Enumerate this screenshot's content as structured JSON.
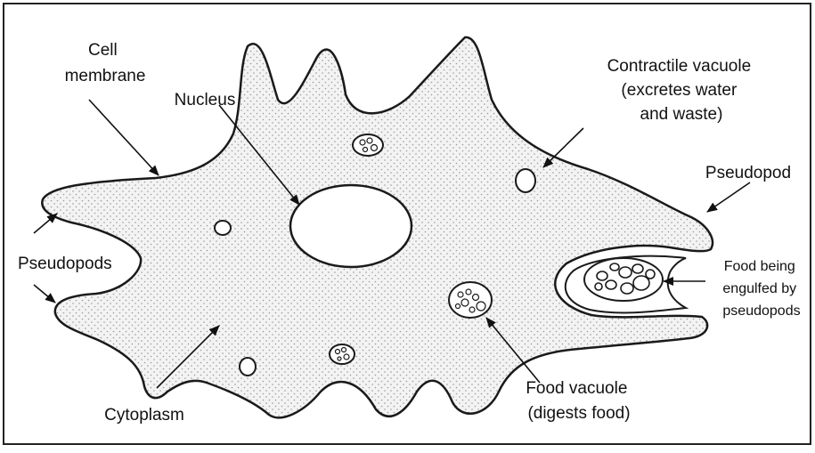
{
  "labels": {
    "cell_membrane": [
      "Cell",
      "membrane"
    ],
    "nucleus": "Nucleus",
    "contractile_vacuole": [
      "Contractile vacuole",
      "(excretes water",
      "and waste)"
    ],
    "pseudopod": "Pseudopod",
    "pseudopods": "Pseudopods",
    "food_being_engulfed": [
      "Food being",
      "engulfed by",
      "pseudopods"
    ],
    "food_vacuole": [
      "Food vacuole",
      "(digests food)"
    ],
    "cytoplasm": "Cytoplasm"
  },
  "colors": {
    "outline": "#1a1a1a",
    "cytoplasm_fill": "#f2f2f2",
    "stipple": "#9a9a9a",
    "background": "#ffffff"
  },
  "icons": {
    "arrow": "filled-arrowhead"
  }
}
